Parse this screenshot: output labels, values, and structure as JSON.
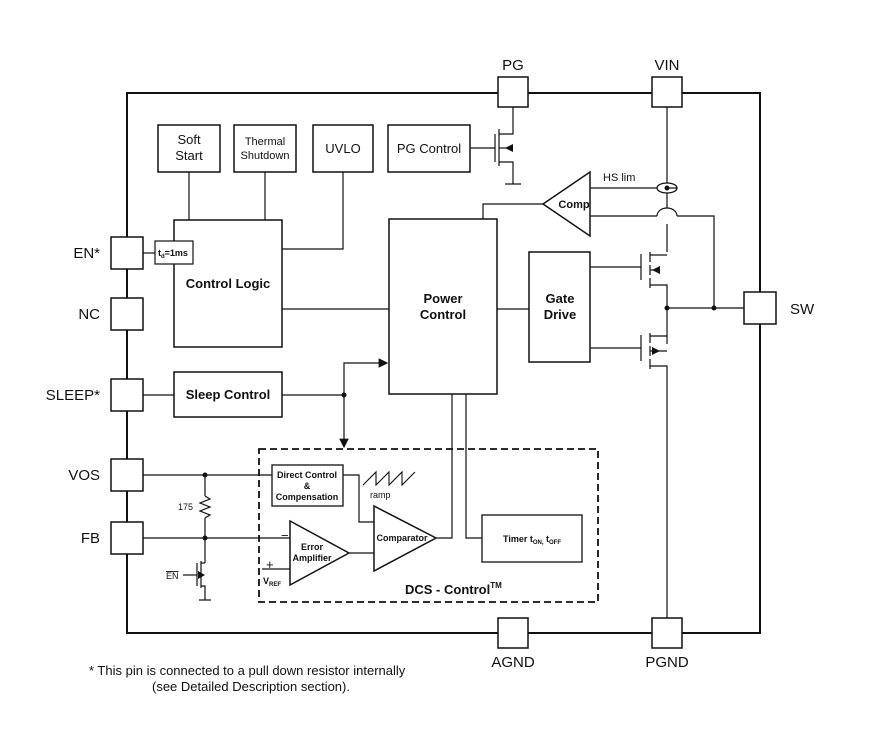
{
  "pins": {
    "pg": "PG",
    "vin": "VIN",
    "en": "EN*",
    "nc": "NC",
    "sleep": "SLEEP*",
    "vos": "VOS",
    "fb": "FB",
    "sw": "SW",
    "agnd": "AGND",
    "pgnd": "PGND"
  },
  "blocks": {
    "soft_start_1": "Soft",
    "soft_start_2": "Start",
    "thermal_1": "Thermal",
    "thermal_2": "Shutdown",
    "uvlo": "UVLO",
    "pg_control": "PG Control",
    "comp": "Comp",
    "hs_lim": "HS lim",
    "td_prefix": "t",
    "td_sub": "d",
    "td_value": "=1ms",
    "control_logic": "Control Logic",
    "power_control_1": "Power",
    "power_control_2": "Control",
    "gate_drive_1": "Gate",
    "gate_drive_2": "Drive",
    "sleep_control": "Sleep Control",
    "direct_control_1": "Direct Control",
    "direct_control_2": "&",
    "direct_control_3": "Compensation",
    "ramp": "ramp",
    "error_amp_1": "Error",
    "error_amp_2": "Amplifier",
    "comparator": "Comparator",
    "minus": "−",
    "plus": "+",
    "vref_main": "V",
    "vref_sub": "REF",
    "timer_main": "Timer t",
    "timer_sub1": "ON,",
    "timer_mid": " t",
    "timer_sub2": "OFF",
    "resistor": "175",
    "en_bar": "EN",
    "dcs_main": "DCS - Control",
    "dcs_tm": "TM"
  },
  "footnote": {
    "line1": "* This pin is connected to a pull down resistor internally",
    "line2": "(see Detailed Description section)."
  }
}
